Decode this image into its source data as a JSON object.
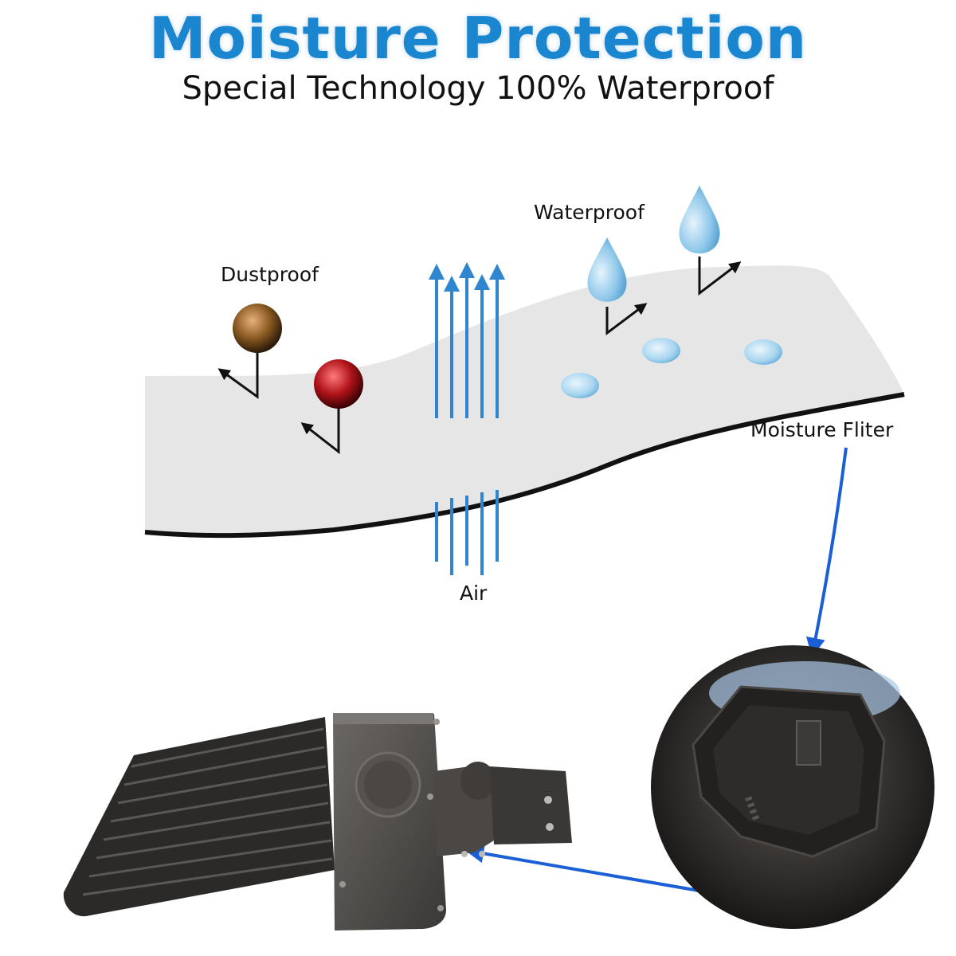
{
  "title": "Moisture Protection",
  "subtitle": "Special Technology 100% Waterproof",
  "labels": {
    "dustproof": "Dustproof",
    "waterproof": "Waterproof",
    "moisture_filter": "Moisture Fliter",
    "air": "Air"
  },
  "colors": {
    "title": "#1a86d0",
    "arrow_blue": "#1a5fd6",
    "air_arrows": "#2f86cf",
    "membrane": "#e6e6e6",
    "membrane_edge": "#111111",
    "dust_brown": "#8a5a22",
    "dust_red": "#b0141a",
    "water_drop": "#8fc8ea",
    "fixture": "#3c3a38"
  },
  "icons": [
    "dust-particle-icon",
    "water-drop-icon",
    "air-arrow-icon",
    "deflect-arrow-icon"
  ]
}
